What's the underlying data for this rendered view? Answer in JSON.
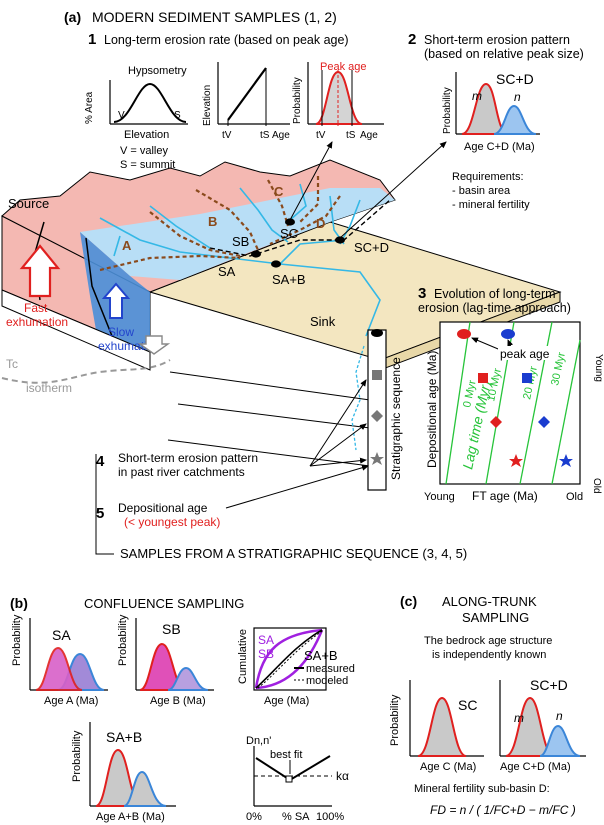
{
  "panel_a": {
    "letter": "(a)",
    "title": "MODERN SEDIMENT SAMPLES (1, 2)",
    "s1_num": "1",
    "s1_title": "Long-term erosion rate (based on peak age)",
    "hyps_title": "Hypsometry",
    "hyps_y": "% Area",
    "hyps_x": "Elevation",
    "v": "V",
    "s": "S",
    "legend_v": "V = valley",
    "legend_s": "S = summit",
    "elev_y": "Elevation",
    "age_x": "Age",
    "tv": "tV",
    "ts": "tS",
    "prob_y": "Probability",
    "peak_age": "Peak age",
    "s2_num": "2",
    "s2_title1": "Short-term erosion pattern",
    "s2_title2": "(based on relative peak size)",
    "scd": "SC+D",
    "m": "m",
    "n": "n",
    "age_cd": "Age C+D (Ma)",
    "req_title": "Requirements:",
    "req1": "- basin area",
    "req2": "- mineral fertility",
    "source": "Source",
    "sink": "Sink",
    "fast": "Fast",
    "exhumation": "exhumation",
    "slow": "Slow",
    "exhumation2": "exhumation",
    "tc": "Tc",
    "isotherm": "isotherm",
    "basin_a": "A",
    "basin_b": "B",
    "basin_c": "C",
    "basin_d": "D",
    "sa": "SA",
    "sb": "SB",
    "sc": "SC",
    "sapb": "SA+B",
    "scpd": "SC+D",
    "s3_num": "3",
    "s3_title1": "Evolution of long-term",
    "s3_title2": "erosion (lag-time approach)",
    "peak_age2": "peak age",
    "young_r": "Young",
    "old_r": "Old",
    "young_b": "Young",
    "old_b": "Old",
    "dep_age_y": "Depositional age (Ma)",
    "ft_age_x": "FT age (Ma)",
    "lag0": "0 Myr",
    "lag10": "10 Myr",
    "lag20": "20 Myr",
    "lag30": "30 Myr",
    "lag_label": "Lag time (Myr)",
    "strat_seq": "Stratigraphic sequence",
    "s4_num": "4",
    "s4_text1": "Short-term erosion pattern",
    "s4_text2": "in past river catchments",
    "s5_num": "5",
    "s5_text": "Depositional age",
    "s5_red": "(< youngest peak)",
    "bottom_title": "SAMPLES FROM A STRATIGRAPHIC SEQUENCE (3, 4, 5)"
  },
  "panel_b": {
    "letter": "(b)",
    "title": "CONFLUENCE SAMPLING",
    "sa": "SA",
    "sb": "SB",
    "sapb": "SA+B",
    "prob": "Probability",
    "age_a": "Age A (Ma)",
    "age_b": "Age B (Ma)",
    "age_ab": "Age A+B (Ma)",
    "cum_y": "Cumulative",
    "cum_sa": "SA",
    "cum_sb": "SB",
    "cum_sab": "SA+B",
    "measured": "measured",
    "modeled": "modeled",
    "cum_x": "Age (Ma)",
    "dnn": "Dn,n'",
    "best_fit": "best fit",
    "ka": "kα",
    "x0": "0%",
    "xsa": "% SA",
    "x100": "100%"
  },
  "panel_c": {
    "letter": "(c)",
    "title1": "ALONG-TRUNK",
    "title2": "SAMPLING",
    "desc1": "The bedrock age structure",
    "desc2": "is independently known",
    "sc": "SC",
    "scd": "SC+D",
    "m": "m",
    "n": "n",
    "prob": "Probability",
    "age_c": "Age C (Ma)",
    "age_cd": "Age C+D (Ma)",
    "fert_title": "Mineral fertility sub-basin D:",
    "formula": "FD = n / ( 1/FC+D − m/FC )"
  },
  "colors": {
    "red": "#e0201f",
    "blue": "#3b86d8",
    "green": "#27c43a",
    "source_pink": "#f4b8b2",
    "basin_blue": "#b8def6",
    "sink_tan": "#f3e6c0",
    "river": "#34b8e6",
    "divide_brown": "#8a4a1c",
    "purple": "#a020e0",
    "grey_fill": "#c9c9c9"
  }
}
